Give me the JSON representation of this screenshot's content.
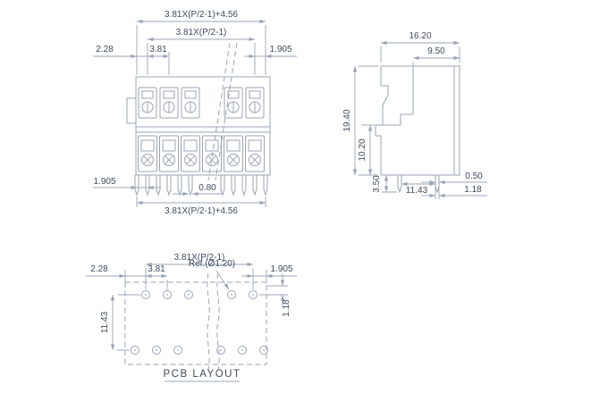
{
  "front_view": {
    "dim_overall_top": "3.81X(P/2-1)+4.56",
    "dim_pole_span": "3.81X(P/2-1)",
    "dim_edge_offset": "2.28",
    "dim_pitch": "3.81",
    "dim_half_pitch_right": "1.905",
    "dim_half_pitch_bottom": "1.905",
    "dim_pin_width": "0.80",
    "dim_overall_bottom": "3.81X(P/2-1)+4.56"
  },
  "side_view": {
    "dim_depth": "16.20",
    "dim_upper_depth": "9.50",
    "dim_height": "19.40",
    "dim_lower_height": "10.20",
    "dim_pin_length": "3.50",
    "dim_pin_row_span": "11.43",
    "dim_pin_thickness": "0.50",
    "dim_pin_width": "1.18"
  },
  "pcb_layout": {
    "dim_pole_span": "3.81X(P/2-1)",
    "dim_edge_offset": "2.28",
    "dim_pitch": "3.81",
    "hole_ref": "Ref.(Ø1.20)",
    "dim_half_pitch": "1.905",
    "dim_row_span": "11.43",
    "dim_edge_to_row": "1.18",
    "title": "PCB LAYOUT"
  },
  "colors": {
    "line": "#9aa4b4",
    "text": "#3e4b5c",
    "background": "#ffffff"
  }
}
